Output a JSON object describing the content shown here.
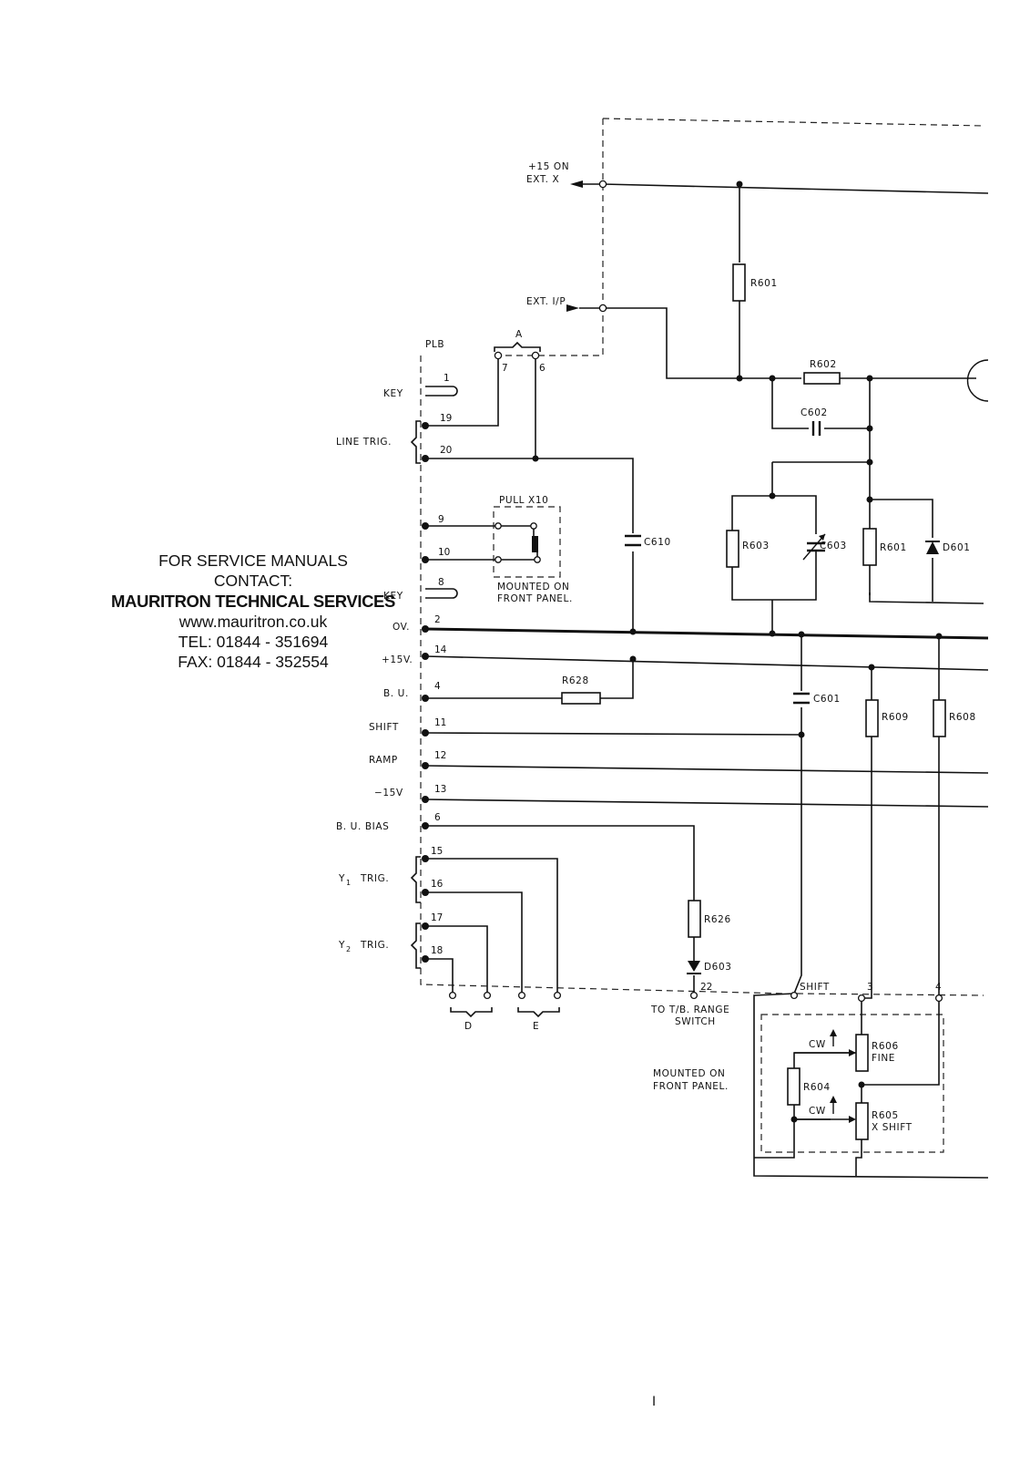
{
  "contact": {
    "line1": "FOR SERVICE MANUALS",
    "line2": "CONTACT:",
    "company": "MAURITRON TECHNICAL SERVICES",
    "web": "www.mauritron.co.uk",
    "tel": "TEL: 01844 - 351694",
    "fax": "FAX: 01844 - 352554"
  },
  "connectors": {
    "plb": "PLB",
    "group_a": "A",
    "group_d": "D",
    "group_e": "E"
  },
  "signals": {
    "plus15_on": "+15 ON",
    "ext_x": "EXT. X",
    "ext_ip": "EXT. I/P",
    "key1": "KEY",
    "line_trig": "LINE TRIG.",
    "key2": "KEY",
    "ov": "OV.",
    "plus15v": "+15V.",
    "bu": "B. U.",
    "shift": "SHIFT",
    "ramp": "RAMP",
    "minus15v": "−15V",
    "bu_bias": "B. U. BIAS",
    "y1_trig_y": "Y",
    "y1_sub": "1",
    "y1_trig": "TRIG.",
    "y2_trig_y": "Y",
    "y2_sub": "2",
    "y2_trig": "TRIG."
  },
  "pins": {
    "p1": "1",
    "p19": "19",
    "p20": "20",
    "p9": "9",
    "p10": "10",
    "p8": "8",
    "p2": "2",
    "p14": "14",
    "p4": "4",
    "p11": "11",
    "p12": "12",
    "p13": "13",
    "p6": "6",
    "p15": "15",
    "p16": "16",
    "p17": "17",
    "p18": "18",
    "a7": "7",
    "a6": "6",
    "p22": "22",
    "shift_pin": "SHIFT",
    "pin3": "3",
    "pin4": "4"
  },
  "notes": {
    "pull_x10": "PULL X10",
    "mounted1": "MOUNTED ON",
    "mounted1b": "FRONT PANEL.",
    "to_tb": "TO T/B. RANGE",
    "switch": "SWITCH",
    "mounted2": "MOUNTED  ON",
    "mounted2b": "FRONT  PANEL.",
    "cw1": "CW",
    "cw2": "CW",
    "fine": "FINE",
    "x_shift": "X SHIFT",
    "page_mark": "I"
  },
  "components": {
    "r601a": "R601",
    "r602": "R602",
    "c602": "C602",
    "c610": "C610",
    "r603": "R603",
    "c603": "C603",
    "r601b": "R601",
    "d601": "D601",
    "r628": "R628",
    "c601": "C601",
    "r609": "R609",
    "r608": "R608",
    "r626": "R626",
    "d603": "D603",
    "r606": "R606",
    "r604": "R604",
    "r605": "R605"
  }
}
